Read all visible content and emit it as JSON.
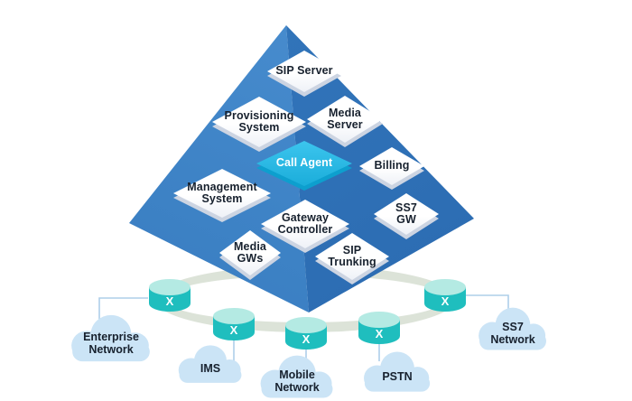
{
  "colors": {
    "pyramid_left_face": "#4186c9",
    "pyramid_right_face": "#2d6eb4",
    "tile_face": "#ffffff",
    "tile_shadow": "#ccd4e2",
    "accent_tile": "#21b6e4",
    "accent_tile_shadow": "#0d9fce",
    "cylinder_body": "#1fbebe",
    "cylinder_top": "#b4eae3",
    "cloud_fill": "#cbe4f6",
    "ring": "#dce3d8",
    "connector_line": "#aecfe9",
    "label_text": "#17212e"
  },
  "pyramid": {
    "tiles": [
      {
        "id": "sip-server",
        "lines": [
          "SIP Server"
        ]
      },
      {
        "id": "provisioning-system",
        "lines": [
          "Provisioning",
          "System"
        ]
      },
      {
        "id": "media-server",
        "lines": [
          "Media",
          "Server"
        ]
      },
      {
        "id": "call-agent",
        "lines": [
          "Call Agent"
        ],
        "accent": true
      },
      {
        "id": "billing",
        "lines": [
          "Billing"
        ]
      },
      {
        "id": "management-system",
        "lines": [
          "Management",
          "System"
        ]
      },
      {
        "id": "gateway-controller",
        "lines": [
          "Gateway",
          "Controller"
        ]
      },
      {
        "id": "ss7-gw",
        "lines": [
          "SS7",
          "GW"
        ]
      },
      {
        "id": "media-gws",
        "lines": [
          "Media",
          "GWs"
        ]
      },
      {
        "id": "sip-trunking",
        "lines": [
          "SIP",
          "Trunking"
        ]
      }
    ]
  },
  "gateways": [
    {
      "id": "enterprise-gateway",
      "label": "X"
    },
    {
      "id": "ims-gateway",
      "label": "X"
    },
    {
      "id": "mobile-gateway",
      "label": "X"
    },
    {
      "id": "pstn-gateway",
      "label": "X"
    },
    {
      "id": "ss7-gateway",
      "label": "X"
    }
  ],
  "clouds": [
    {
      "id": "enterprise-network",
      "lines": [
        "Enterprise",
        "Network"
      ]
    },
    {
      "id": "ims",
      "lines": [
        "IMS"
      ]
    },
    {
      "id": "mobile-network",
      "lines": [
        "Mobile",
        "Network"
      ]
    },
    {
      "id": "pstn",
      "lines": [
        "PSTN"
      ]
    },
    {
      "id": "ss7-network",
      "lines": [
        "SS7",
        "Network"
      ]
    }
  ]
}
